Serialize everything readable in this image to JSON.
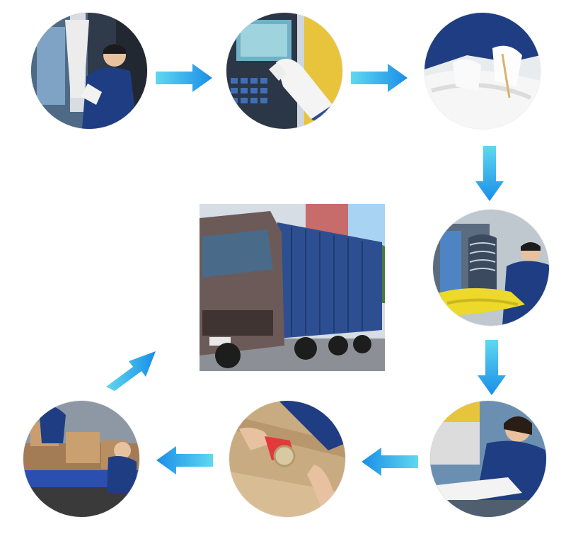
{
  "colors": {
    "arrow_light": "#5fd8f0",
    "arrow_dark": "#1a8ee8",
    "worker_blue": "#1f3d82",
    "container_blue": "#2d4f92",
    "cab_brown": "#6b5a57",
    "foam_yellow": "#ecd92a",
    "cardboard": "#c9ab82"
  },
  "steps": [
    {
      "id": 1,
      "icon": "worker-at-machine-photo"
    },
    {
      "id": 2,
      "icon": "gloved-hand-control-panel-photo"
    },
    {
      "id": 3,
      "icon": "gloved-hands-trimming-foam-photo"
    },
    {
      "id": 4,
      "icon": "worker-with-yellow-foam-photo"
    },
    {
      "id": 5,
      "icon": "worker-inspecting-part-photo"
    },
    {
      "id": 6,
      "icon": "hand-taping-box-photo"
    },
    {
      "id": 7,
      "icon": "workers-loading-boxes-photo"
    }
  ],
  "center": {
    "icon": "container-truck-photo"
  }
}
